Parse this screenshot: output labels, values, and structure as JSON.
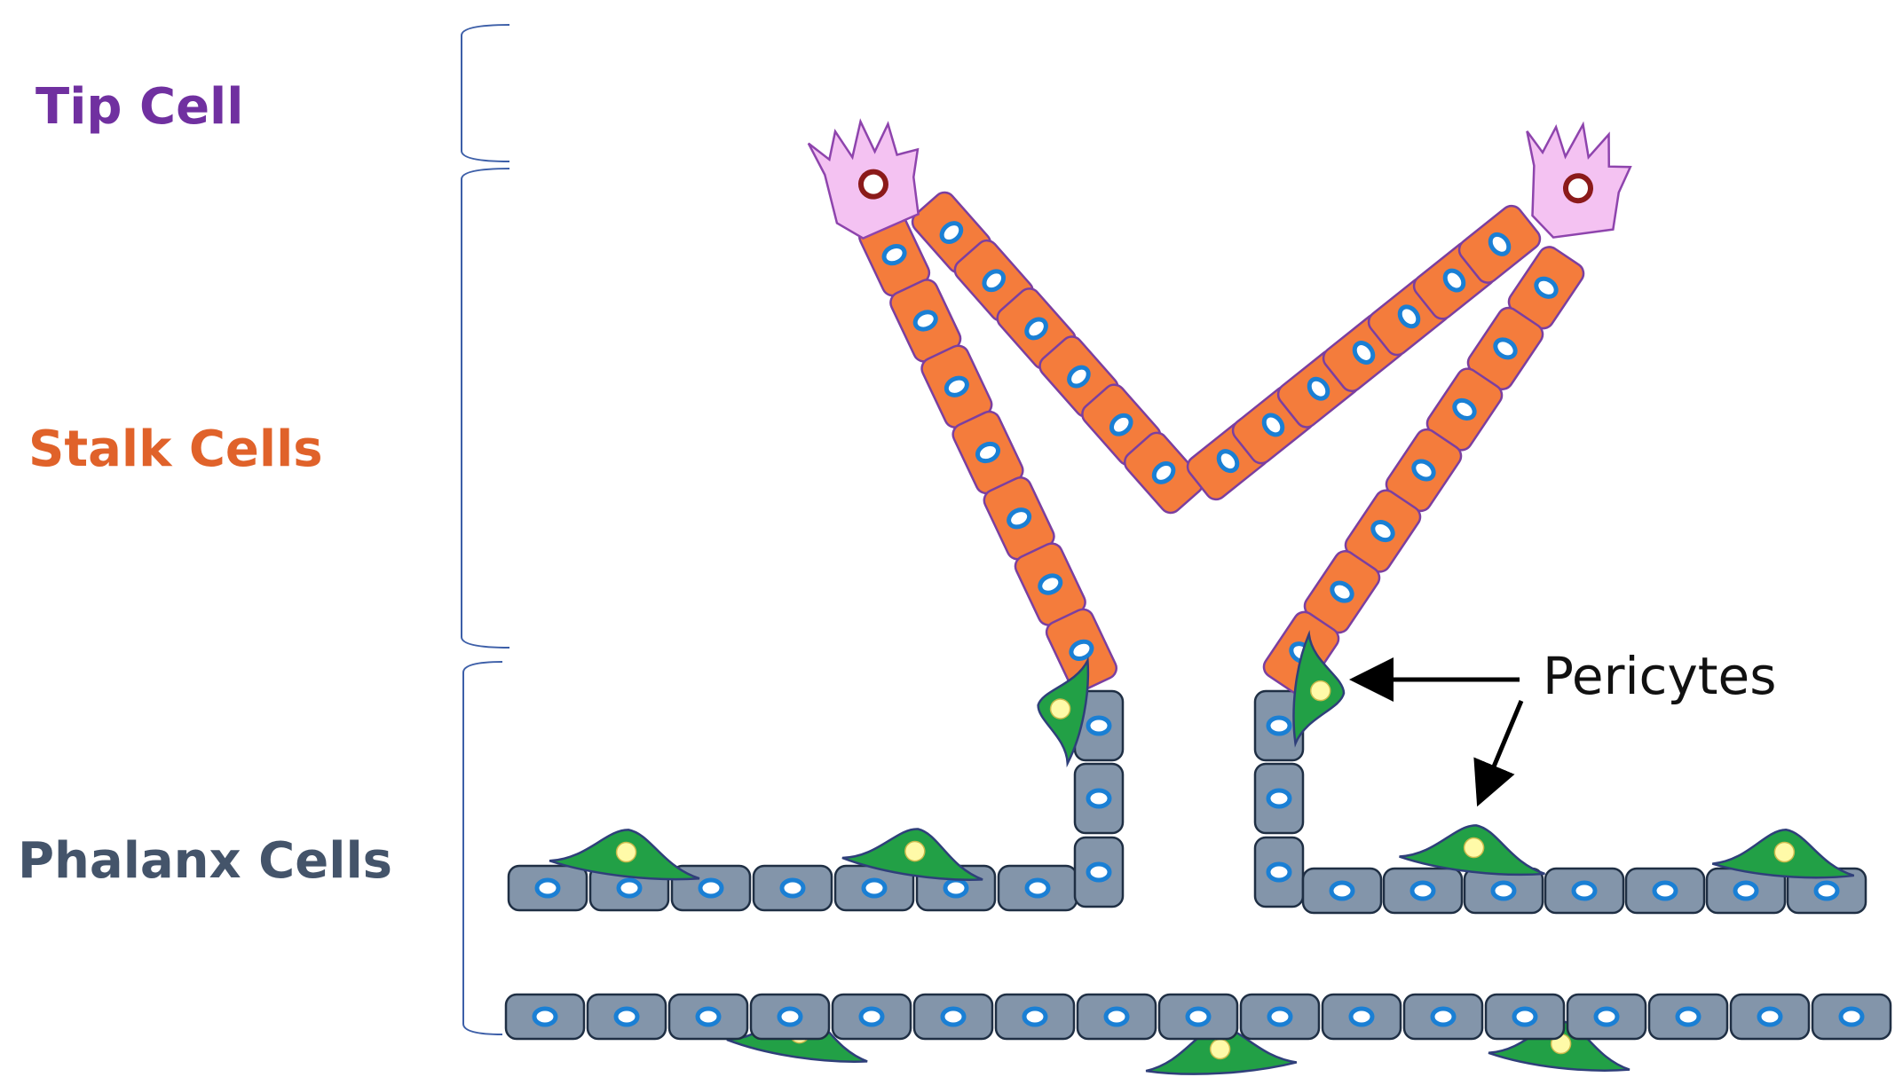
{
  "labels": {
    "tip_cell": "Tip Cell",
    "stalk_cells": "Stalk Cells",
    "phalanx_cells": "Phalanx Cells",
    "pericytes": "Pericytes"
  },
  "colors": {
    "tip_label": "#7030a0",
    "stalk_label": "#e0622a",
    "phalanx_label": "#44546a",
    "tip_cell_fill": "#f4c2f2",
    "tip_cell_stroke": "#8e44ad",
    "tip_nucleus": "#8b1a1a",
    "stalk_fill": "#f47c3c",
    "stalk_stroke": "#7b3fa0",
    "phalanx_fill": "#8395aa",
    "phalanx_stroke": "#1f2f44",
    "nucleus_ring": "#1a7fd4",
    "pericyte_fill": "#22a046",
    "pericyte_stroke": "#2f3f7a",
    "pericyte_nucleus": "#fffaa8",
    "bracket": "#3d5fa8",
    "arrow": "#000000"
  }
}
